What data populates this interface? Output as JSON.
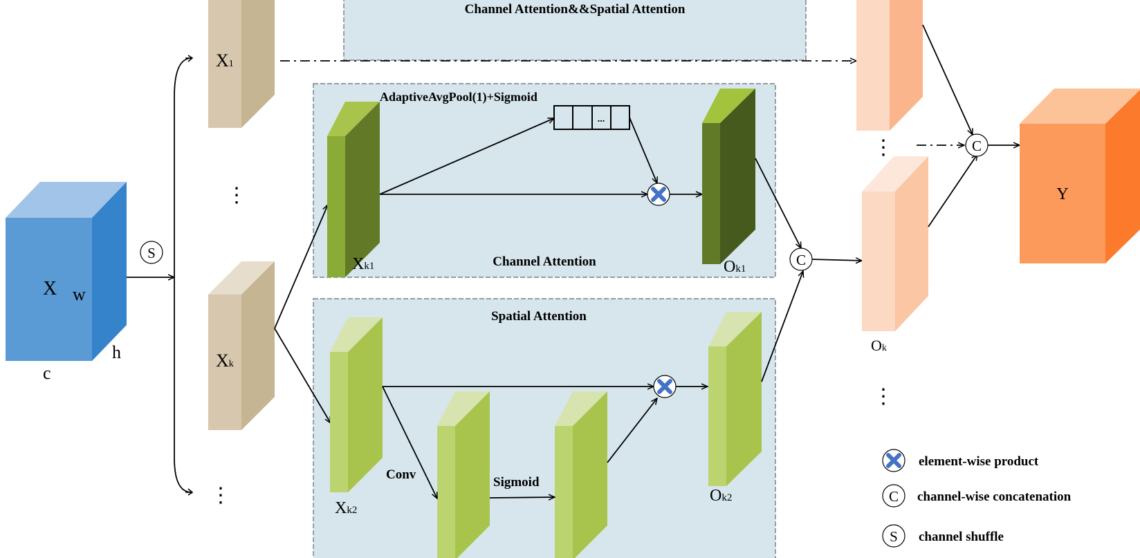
{
  "panels": {
    "top_title": "Channel Attention&&Spatial Attention",
    "channel_title": "Channel Attention",
    "channel_pool_label": "AdaptiveAvgPool(1)+Sigmoid",
    "pool_vector_dots": "...",
    "spatial_title": "Spatial Attention",
    "conv_label": "Conv",
    "sigmoid_label": "Sigmoid"
  },
  "input": {
    "x": "X",
    "w": "w",
    "h": "h",
    "c": "c"
  },
  "shuffle_symbol": "S",
  "concat_symbol": "C",
  "groups": {
    "x1": {
      "main": "X",
      "sub": "1"
    },
    "xk": {
      "main": "X",
      "sub": "k"
    }
  },
  "branches": {
    "xk1": {
      "main": "X",
      "sub": "k1"
    },
    "xk2": {
      "main": "X",
      "sub": "k2"
    },
    "ok1": {
      "main": "O",
      "sub": "k1"
    },
    "ok2": {
      "main": "O",
      "sub": "k2"
    }
  },
  "outputs": {
    "ok": {
      "main": "O",
      "sub": "k"
    },
    "y": "Y"
  },
  "ellipsis": "⋮",
  "legend": {
    "product": "element-wise product",
    "concat_symbol": "C",
    "concat": "channel-wise concatenation",
    "shuffle_symbol": "S",
    "shuffle": "channel shuffle"
  },
  "colors": {
    "panel_fill": "#d6e6ec",
    "input_blue": "#5b9bd5",
    "tan": "#d6c7ae",
    "green_dark": "#627a28",
    "green_light": "#a9c44d",
    "peach": "#fcd9c2",
    "orange": "#fb9a5b",
    "product_x": "#4472c4"
  }
}
